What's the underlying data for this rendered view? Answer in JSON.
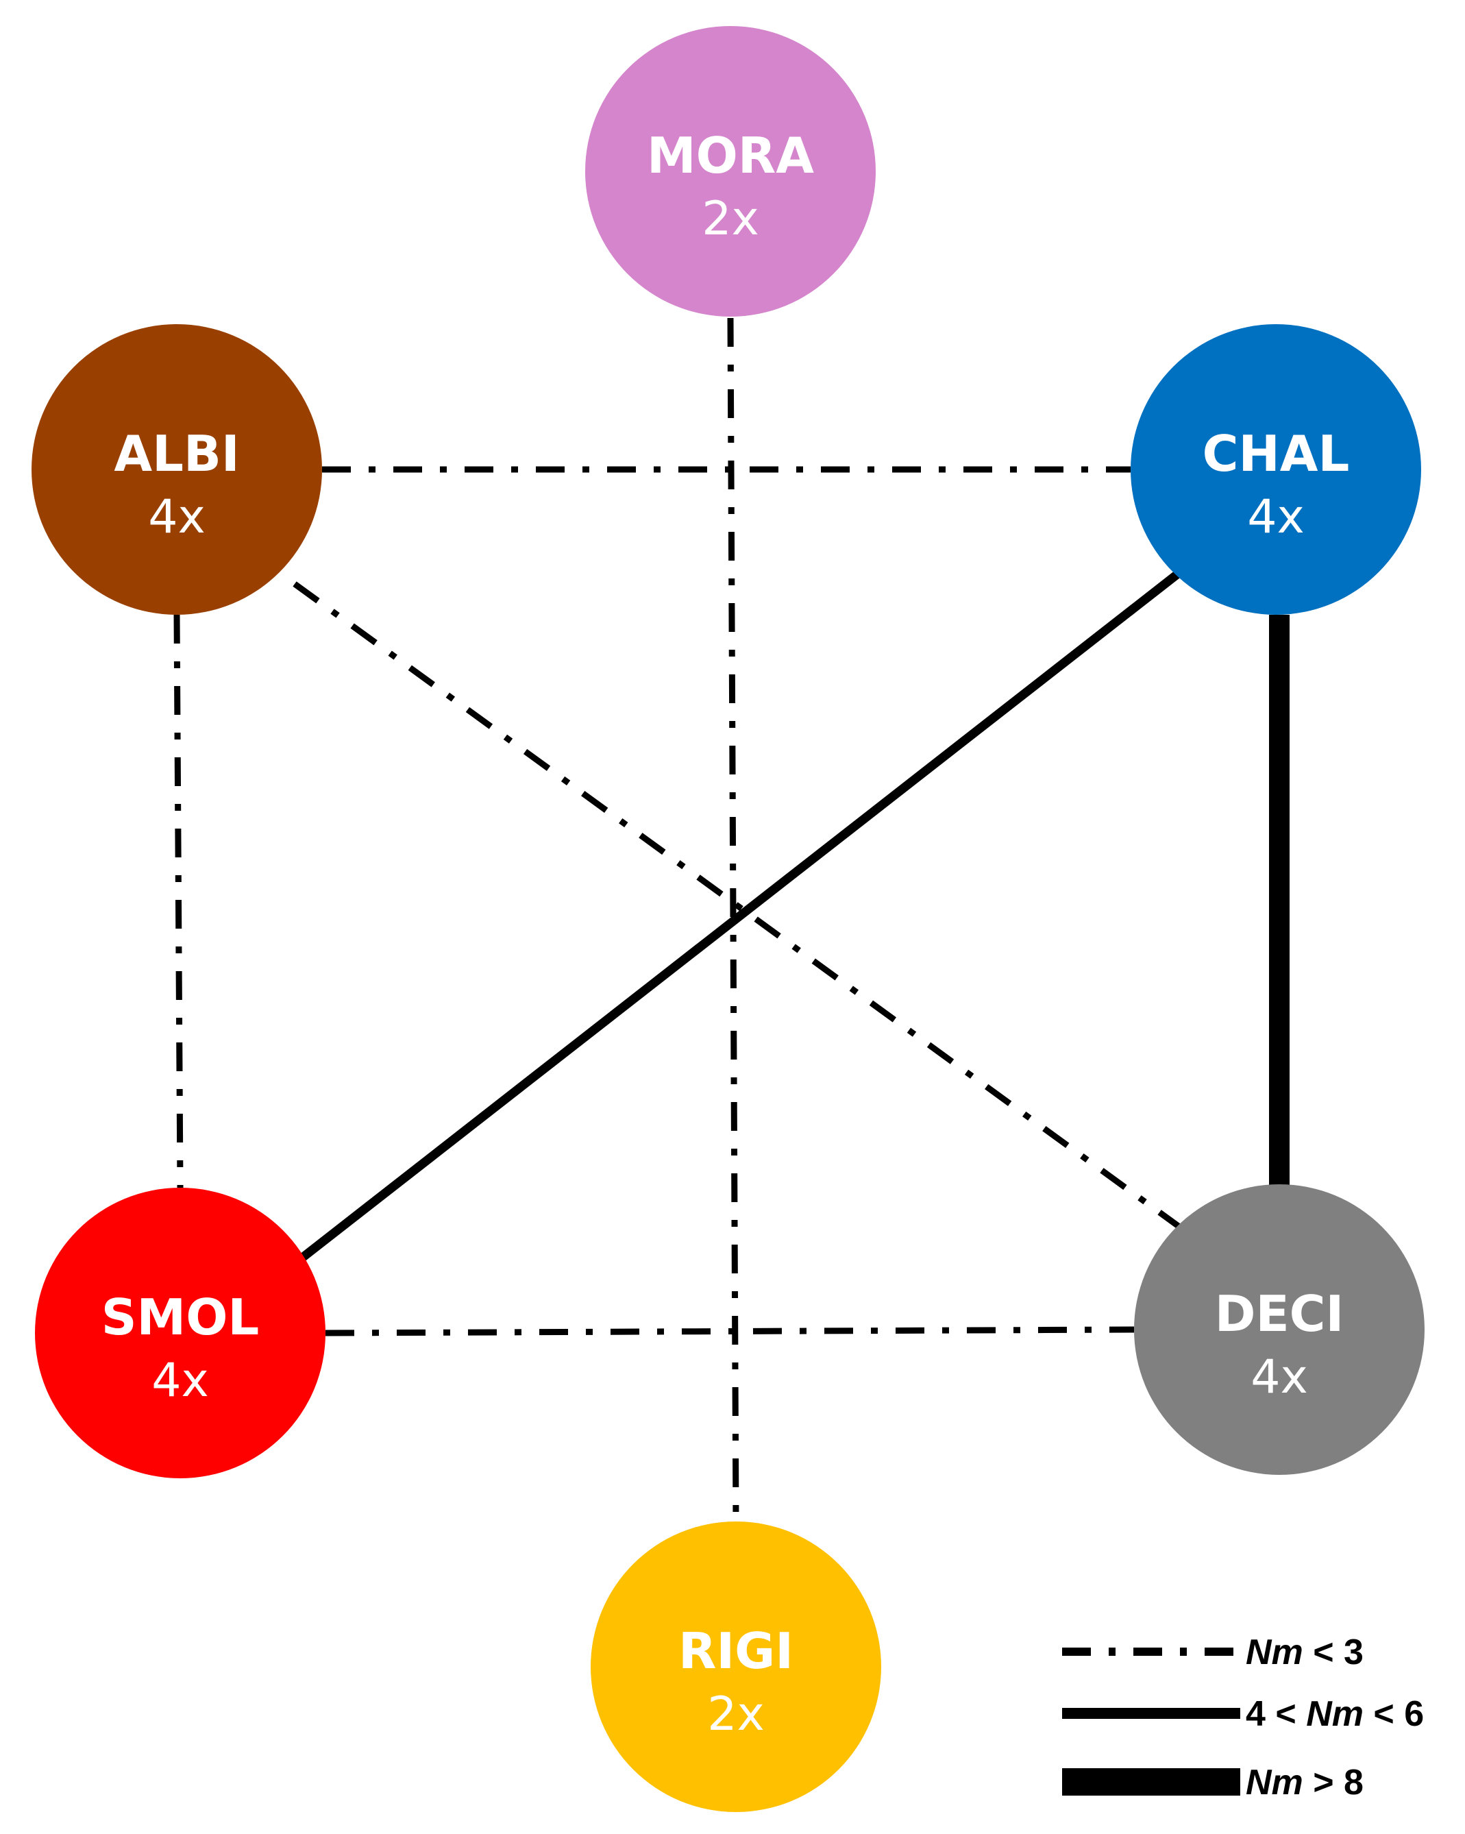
{
  "nodes": [
    {
      "id": "MORA",
      "label": "MORA",
      "multiplier": "2x",
      "color": "#D485CB"
    },
    {
      "id": "ALBI",
      "label": "ALBI",
      "multiplier": "4x",
      "color": "#994000"
    },
    {
      "id": "CHAL",
      "label": "CHAL",
      "multiplier": "4x",
      "color": "#0070C0"
    },
    {
      "id": "SMOL",
      "label": "SMOL",
      "multiplier": "4x",
      "color": "#FF0000"
    },
    {
      "id": "DECI",
      "label": "DECI",
      "multiplier": "4x",
      "color": "#808080"
    },
    {
      "id": "RIGI",
      "label": "RIGI",
      "multiplier": "2x",
      "color": "#FFC000"
    }
  ],
  "edges": [
    {
      "from": "MORA",
      "to": "RIGI",
      "category": "low"
    },
    {
      "from": "ALBI",
      "to": "CHAL",
      "category": "low"
    },
    {
      "from": "ALBI",
      "to": "SMOL",
      "category": "low"
    },
    {
      "from": "ALBI",
      "to": "DECI",
      "category": "low"
    },
    {
      "from": "SMOL",
      "to": "DECI",
      "category": "low"
    },
    {
      "from": "CHAL",
      "to": "SMOL",
      "category": "mid"
    },
    {
      "from": "CHAL",
      "to": "DECI",
      "category": "high"
    }
  ],
  "legend": [
    {
      "category": "low",
      "prefix": "",
      "var": "Nm",
      "suffix": " < 3"
    },
    {
      "category": "mid",
      "prefix": "4 < ",
      "var": "Nm",
      "suffix": " < 6"
    },
    {
      "category": "high",
      "prefix": "",
      "var": "Nm",
      "suffix": " > 8"
    }
  ]
}
